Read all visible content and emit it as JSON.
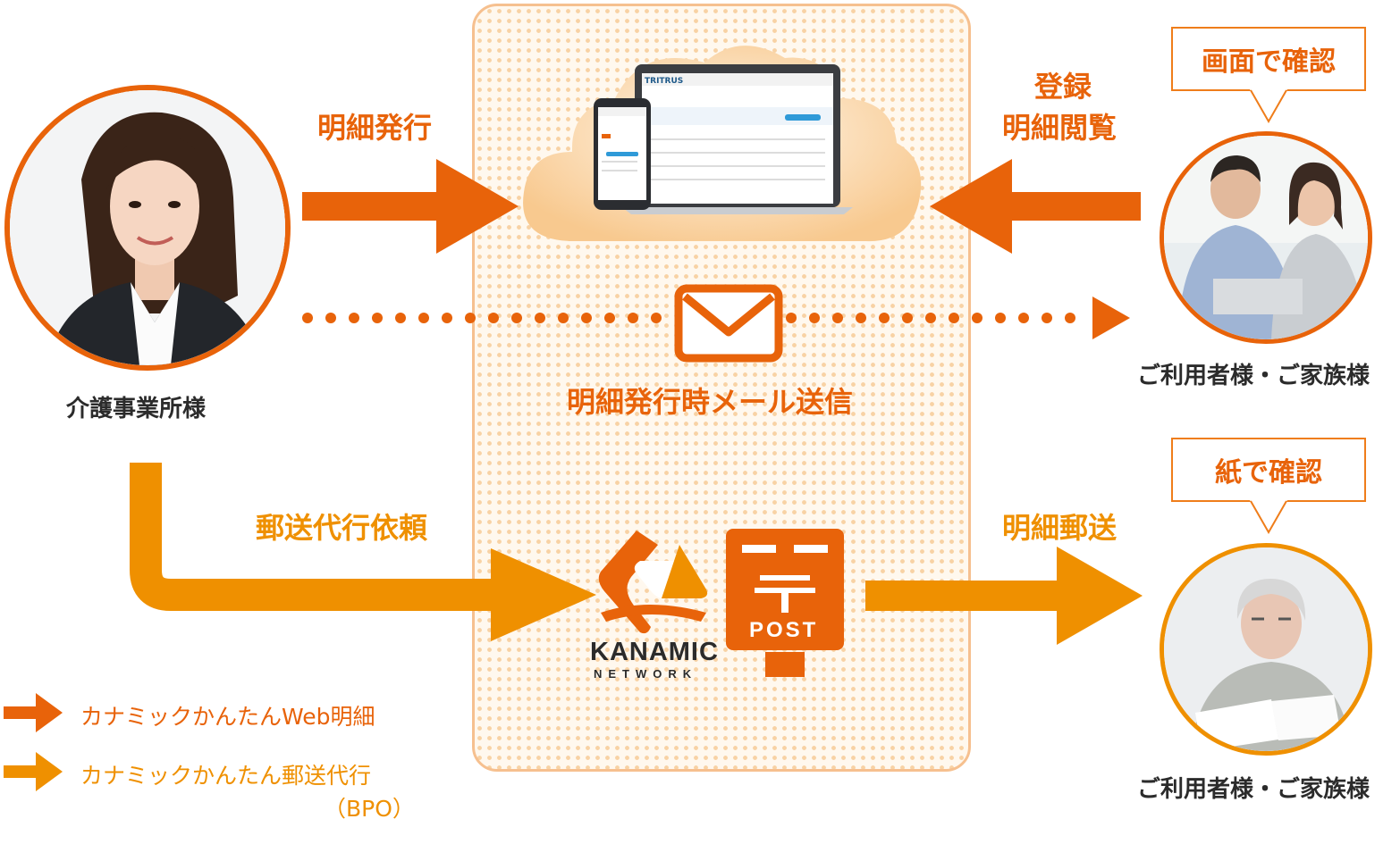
{
  "provider": {
    "label": "介護事業所様"
  },
  "users_web": {
    "label": "ご利用者様・ご家族様",
    "bubble": "画面で確認"
  },
  "users_paper": {
    "label": "ご利用者様・ご家族様",
    "bubble": "紙で確認"
  },
  "flows": {
    "issue": "明細発行",
    "register_line1": "登録",
    "register_line2": "明細閲覧",
    "email": "明細発行時メール送信",
    "mail_request": "郵送代行依頼",
    "mail_send": "明細郵送"
  },
  "center": {
    "post_label": "POST",
    "kanamic_name": "KANAMIC",
    "kanamic_sub": "NETWORK",
    "app_logo": "TRITRUS"
  },
  "legend": [
    {
      "label": "カナミックかんたんWeb明細",
      "color": "#e8630a"
    },
    {
      "label": "カナミックかんたん郵送代行",
      "label_note": "（BPO）",
      "color": "#ef9000"
    }
  ],
  "colors": {
    "web": "#e8630a",
    "postal": "#ef9000",
    "panel_border": "#f6c08f"
  }
}
